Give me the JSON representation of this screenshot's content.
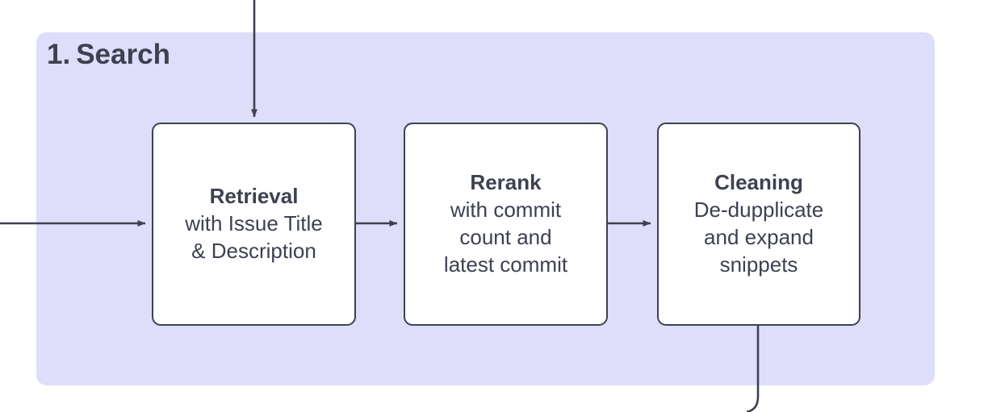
{
  "diagram": {
    "title": "1. Search",
    "title_number": "1.",
    "title_text": "Search",
    "colors": {
      "group_fill": "#dedefb",
      "node_fill": "#ffffff",
      "stroke": "#3d4150",
      "text": "#3d4150",
      "canvas": "#ffffff"
    },
    "nodes": [
      {
        "id": "retrieval",
        "title": "Retrieval",
        "body": "with Issue Title\n& Description"
      },
      {
        "id": "rerank",
        "title": "Rerank",
        "body": "with commit\ncount and\nlatest commit"
      },
      {
        "id": "cleaning",
        "title": "Cleaning",
        "body": "De-dupplicate\nand expand\nsnippets"
      }
    ],
    "edges": [
      {
        "id": "edge-external-in-left",
        "from": "outside-left",
        "to": "retrieval",
        "arrowhead": true,
        "label": ""
      },
      {
        "id": "edge-external-in-top",
        "from": "outside-top",
        "to": "retrieval",
        "arrowhead": true,
        "label": ""
      },
      {
        "id": "edge-retrieval-rerank",
        "from": "retrieval",
        "to": "rerank",
        "arrowhead": true,
        "label": ""
      },
      {
        "id": "edge-rerank-cleaning",
        "from": "rerank",
        "to": "cleaning",
        "arrowhead": true,
        "label": ""
      },
      {
        "id": "edge-cleaning-out",
        "from": "cleaning",
        "to": "outside-bottom",
        "arrowhead": false,
        "label": ""
      }
    ]
  }
}
